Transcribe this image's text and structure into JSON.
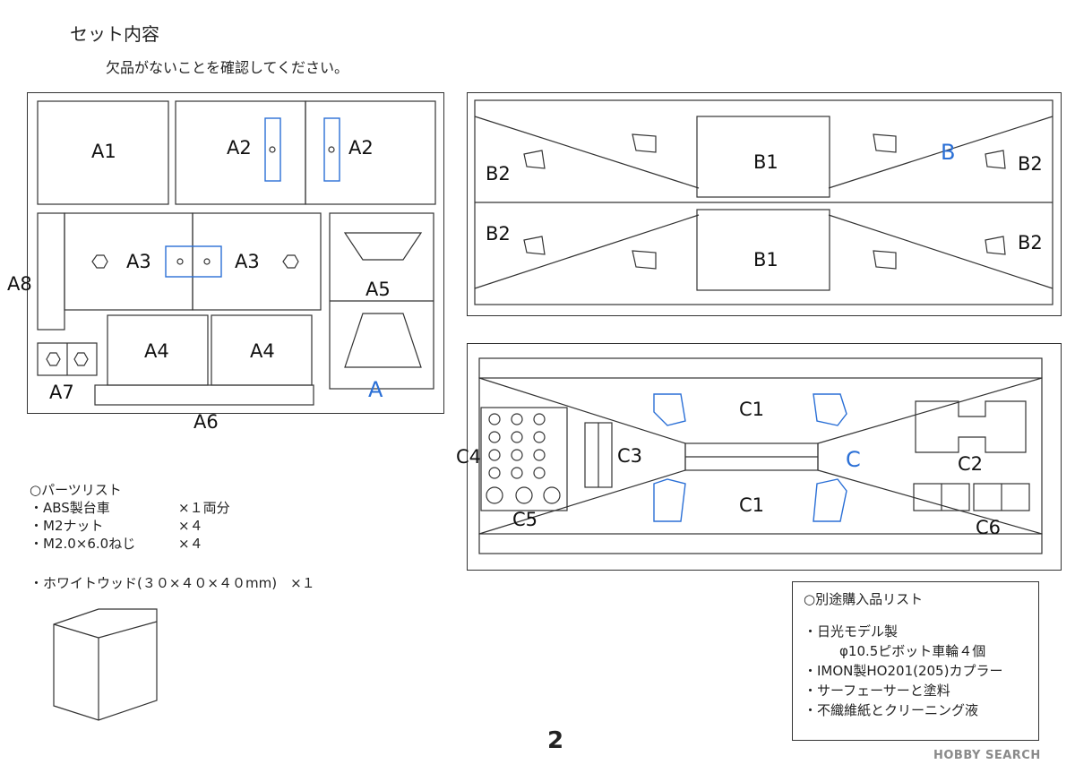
{
  "header": {
    "title": "セット内容",
    "subtitle": "欠品がないことを確認してください。"
  },
  "sheet_a": {
    "labels": [
      "A1",
      "A2",
      "A2",
      "A3",
      "A3",
      "A4",
      "A4",
      "A5",
      "A6",
      "A7",
      "A8"
    ],
    "sheet_mark": "A"
  },
  "sheet_b": {
    "labels": [
      "B1",
      "B1",
      "B2",
      "B2",
      "B2",
      "B2"
    ],
    "sheet_mark": "B"
  },
  "sheet_c": {
    "labels": [
      "C1",
      "C1",
      "C2",
      "C3",
      "C4",
      "C5",
      "C6"
    ],
    "sheet_mark": "C"
  },
  "parts_list": {
    "heading": "○パーツリスト",
    "items": [
      {
        "name": "・ABS製台車",
        "qty": "×１両分"
      },
      {
        "name": "・M2ナット",
        "qty": "×４"
      },
      {
        "name": "・M2.0×6.0ねじ",
        "qty": "×４"
      }
    ],
    "wood": "・ホワイトウッド(３０×４０×４０mm)　×１"
  },
  "separate_purchase": {
    "heading": "○別途購入品リスト",
    "items": [
      "・日光モデル製",
      "φ10.5ピボット車輪４個",
      "・IMON製HO201(205)カプラー",
      "・サーフェーサーと塗料",
      "・不織維紙とクリーニング液"
    ]
  },
  "page_number": "2",
  "watermark": "HOBBY SEARCH",
  "colors": {
    "accent_blue": "#2a6fd6",
    "line": "#333333"
  }
}
